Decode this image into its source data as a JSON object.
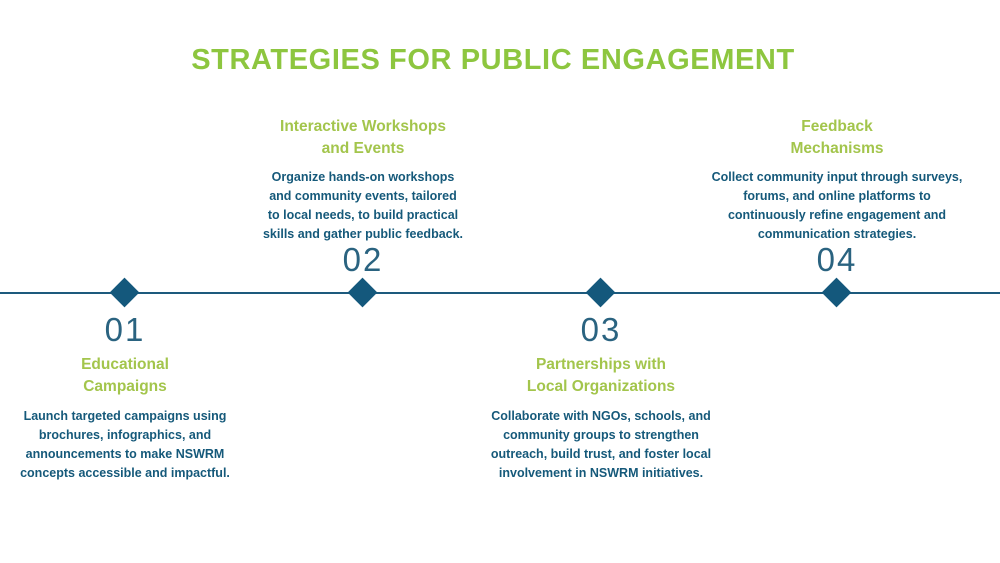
{
  "title": "STRATEGIES FOR PUBLIC ENGAGEMENT",
  "colors": {
    "title_green": "#8dc63f",
    "heading_green": "#a3c54c",
    "body_teal": "#15597a",
    "number_teal": "#2a6380",
    "timeline_line": "#1d5a7d",
    "diamond": "#14587c",
    "background": "#ffffff"
  },
  "items": [
    {
      "number": "01",
      "side": "below",
      "heading_lines": [
        "Educational",
        "Campaigns"
      ],
      "body_lines": [
        "Launch targeted campaigns using",
        "brochures, infographics, and",
        "announcements to make NSWRM",
        "concepts accessible and impactful."
      ]
    },
    {
      "number": "02",
      "side": "above",
      "heading_lines": [
        "Interactive Workshops",
        "and Events"
      ],
      "body_lines": [
        "Organize hands-on workshops",
        "and community events, tailored",
        "to local needs, to build practical",
        "skills and gather public feedback."
      ]
    },
    {
      "number": "03",
      "side": "below",
      "heading_lines": [
        "Partnerships with",
        "Local Organizations"
      ],
      "body_lines": [
        "Collaborate with NGOs, schools, and",
        "community groups to strengthen",
        "outreach, build trust, and foster local",
        "involvement in NSWRM initiatives."
      ]
    },
    {
      "number": "04",
      "side": "above",
      "heading_lines": [
        "Feedback",
        "Mechanisms"
      ],
      "body_lines": [
        "Collect community input through surveys,",
        "forums, and online platforms to",
        "continuously refine engagement and",
        "communication strategies."
      ]
    }
  ]
}
